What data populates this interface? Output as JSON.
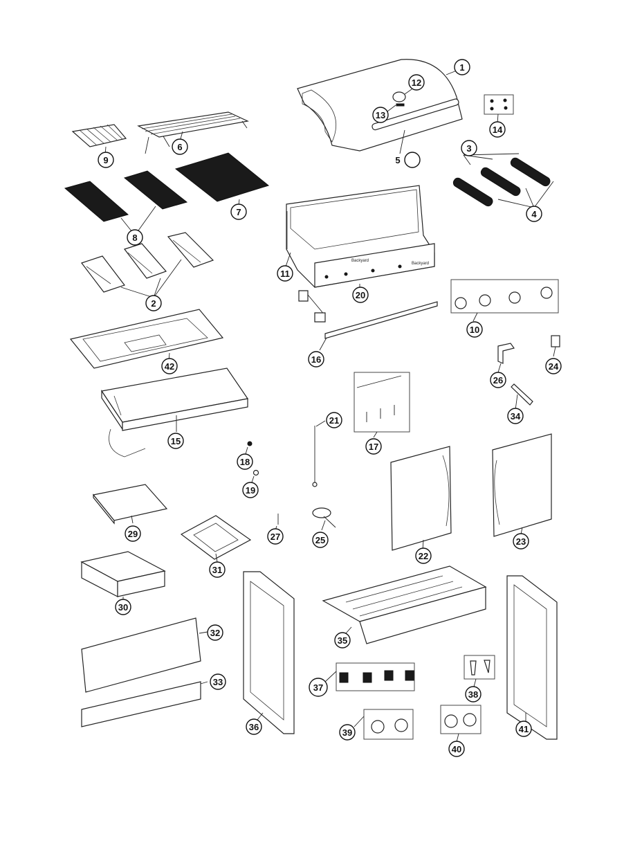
{
  "diagram": {
    "type": "exploded-parts-diagram",
    "callouts": [
      {
        "id": "1",
        "label": "1"
      },
      {
        "id": "2",
        "label": "2"
      },
      {
        "id": "3",
        "label": "3"
      },
      {
        "id": "4",
        "label": "4"
      },
      {
        "id": "5",
        "label": "5"
      },
      {
        "id": "6",
        "label": "6"
      },
      {
        "id": "7",
        "label": "7"
      },
      {
        "id": "8",
        "label": "8"
      },
      {
        "id": "9",
        "label": "9"
      },
      {
        "id": "10",
        "label": "10"
      },
      {
        "id": "11",
        "label": "11"
      },
      {
        "id": "12",
        "label": "12"
      },
      {
        "id": "13",
        "label": "13"
      },
      {
        "id": "14",
        "label": "14"
      },
      {
        "id": "15",
        "label": "15"
      },
      {
        "id": "16",
        "label": "16"
      },
      {
        "id": "17",
        "label": "17"
      },
      {
        "id": "18",
        "label": "18"
      },
      {
        "id": "19",
        "label": "19"
      },
      {
        "id": "20",
        "label": "20"
      },
      {
        "id": "21",
        "label": "21"
      },
      {
        "id": "22",
        "label": "22"
      },
      {
        "id": "23",
        "label": "23"
      },
      {
        "id": "24",
        "label": "24"
      },
      {
        "id": "25",
        "label": "25"
      },
      {
        "id": "26",
        "label": "26"
      },
      {
        "id": "27",
        "label": "27"
      },
      {
        "id": "29",
        "label": "29"
      },
      {
        "id": "30",
        "label": "30"
      },
      {
        "id": "31",
        "label": "31"
      },
      {
        "id": "32",
        "label": "32"
      },
      {
        "id": "33",
        "label": "33"
      },
      {
        "id": "34",
        "label": "34"
      },
      {
        "id": "35",
        "label": "35"
      },
      {
        "id": "36",
        "label": "36"
      },
      {
        "id": "37",
        "label": "37"
      },
      {
        "id": "38",
        "label": "38"
      },
      {
        "id": "39",
        "label": "39"
      },
      {
        "id": "40",
        "label": "40"
      },
      {
        "id": "41",
        "label": "41"
      },
      {
        "id": "42",
        "label": "42"
      }
    ],
    "brand_marking": "Backyard"
  }
}
